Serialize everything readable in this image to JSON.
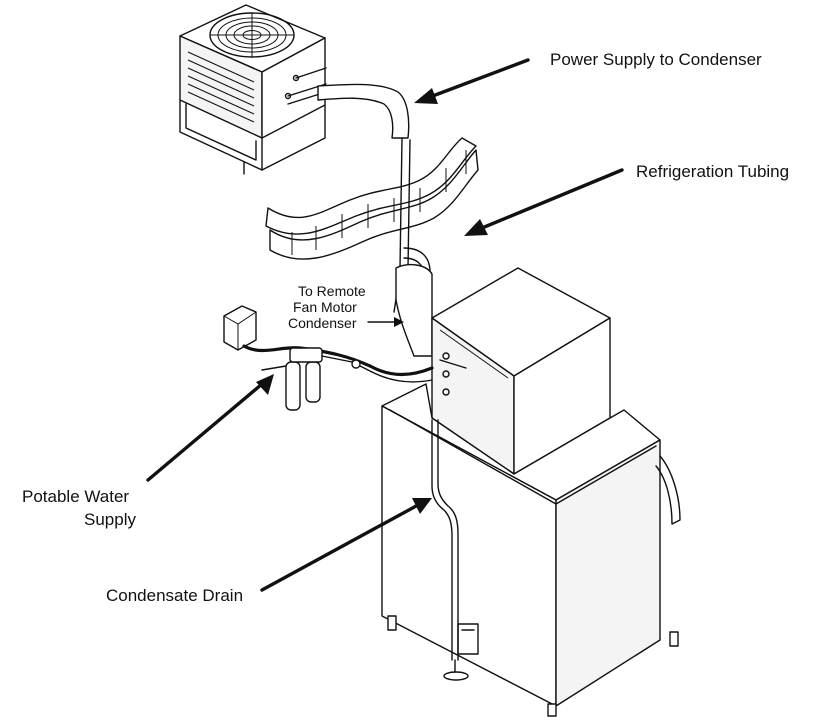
{
  "labels": {
    "power_supply": "Power Supply to Condenser",
    "refrigeration_tubing": "Refrigeration Tubing",
    "remote_fan_line1": "To Remote",
    "remote_fan_line2": "Fan Motor",
    "remote_fan_line3": "Condenser",
    "potable_water_line1": "Potable Water",
    "potable_water_line2": "Supply",
    "condensate_drain": "Condensate Drain"
  }
}
